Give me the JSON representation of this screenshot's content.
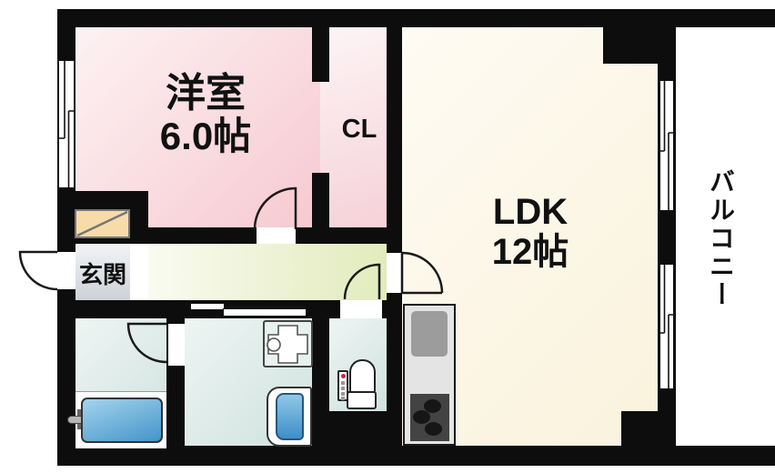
{
  "rooms": {
    "western_room": {
      "name": "洋室",
      "size": "6.0帖"
    },
    "closet": {
      "label": "CL"
    },
    "ldk": {
      "name": "LDK",
      "size": "12帖"
    },
    "entrance": {
      "label": "玄関"
    },
    "balcony": {
      "label": "バルコニー"
    }
  },
  "fixtures": [
    "shoe-cabinet",
    "bathtub",
    "faucet",
    "washing-machine-pan",
    "washbasin",
    "toilet",
    "kitchen-sink",
    "stove",
    "entrance-door",
    "western-room-door",
    "bathroom-door",
    "toilet-door",
    "ldk-door",
    "sliding-door",
    "sliding-window"
  ],
  "colors": {
    "wall": "#0d0d0d",
    "line": "#1a1a1a",
    "western_room_light": "#fdf2f3",
    "western_room": "#f6c9d0",
    "closet_light": "#fdf4f5",
    "closet": "#f5d2d9",
    "ldk_light": "#fefbf3",
    "ldk": "#faf2dc",
    "hallway_light": "#fafbf1",
    "hallway": "#e2ebbc",
    "wet_light": "#eef5f3",
    "wet": "#cfe2de",
    "entrance_light": "#f6f7f9",
    "entrance": "#cdd2d9",
    "shoe_cabinet": "#f7dcaa",
    "bathtub_light": "#a5d3ec",
    "bathtub": "#4395cb",
    "basin_light": "#90c8e9",
    "basin": "#3d8fc9",
    "counter": "#e4e4e4",
    "sink": "#9c9c9c",
    "stove": "#434343",
    "burner": "#161616",
    "accent_red": "#cc2255"
  }
}
